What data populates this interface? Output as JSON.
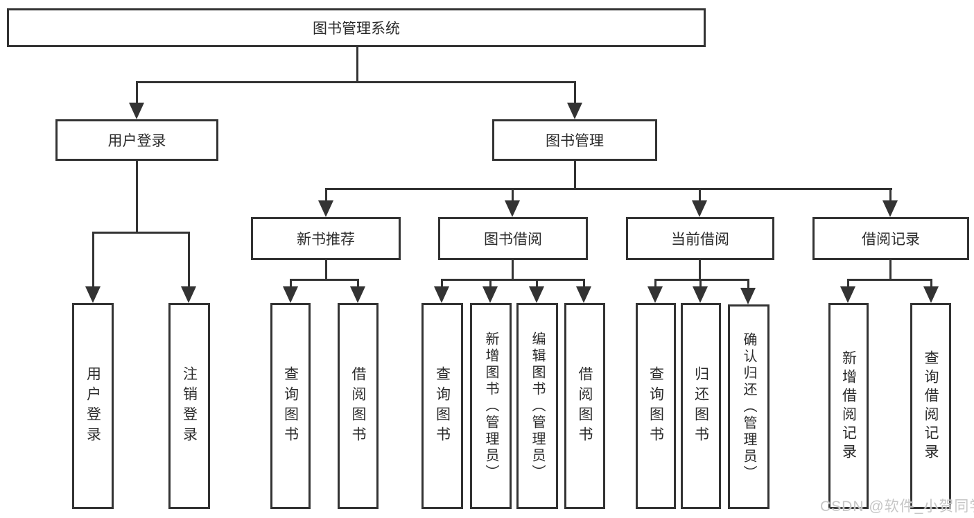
{
  "diagram_title": "图书管理系统",
  "nodes": {
    "root": "图书管理系统",
    "user_login": "用户登录",
    "book_mgmt": "图书管理",
    "new_book_rec": "新书推荐",
    "book_borrow": "图书借阅",
    "current_borrow": "当前借阅",
    "borrow_record": "借阅记录",
    "leaf_user_login": "用户登录",
    "leaf_logout": "注销登录",
    "leaf_rec_query": "查询图书",
    "leaf_rec_borrow": "借阅图书",
    "leaf_bb_query": "查询图书",
    "leaf_bb_add": "新增图书（管理员）",
    "leaf_bb_edit": "编辑图书（管理员）",
    "leaf_bb_borrow": "借阅图书",
    "leaf_cb_query": "查询图书",
    "leaf_cb_return": "归还图书",
    "leaf_cb_confirm": "确认归还（管理员）",
    "leaf_br_add": "新增借阅记录",
    "leaf_br_query": "查询借阅记录"
  },
  "hierarchy": {
    "图书管理系统": {
      "用户登录": [
        "用户登录",
        "注销登录"
      ],
      "图书管理": {
        "新书推荐": [
          "查询图书",
          "借阅图书"
        ],
        "图书借阅": [
          "查询图书",
          "新增图书（管理员）",
          "编辑图书（管理员）",
          "借阅图书"
        ],
        "当前借阅": [
          "查询图书",
          "归还图书",
          "确认归还（管理员）"
        ],
        "借阅记录": [
          "新增借阅记录",
          "查询借阅记录"
        ]
      }
    }
  },
  "watermark": "CSDN @软件_小贺同学",
  "colors": {
    "line": "#333333",
    "text": "#2b2b2b",
    "background": "#ffffff",
    "watermark": "#c6c6c6"
  }
}
